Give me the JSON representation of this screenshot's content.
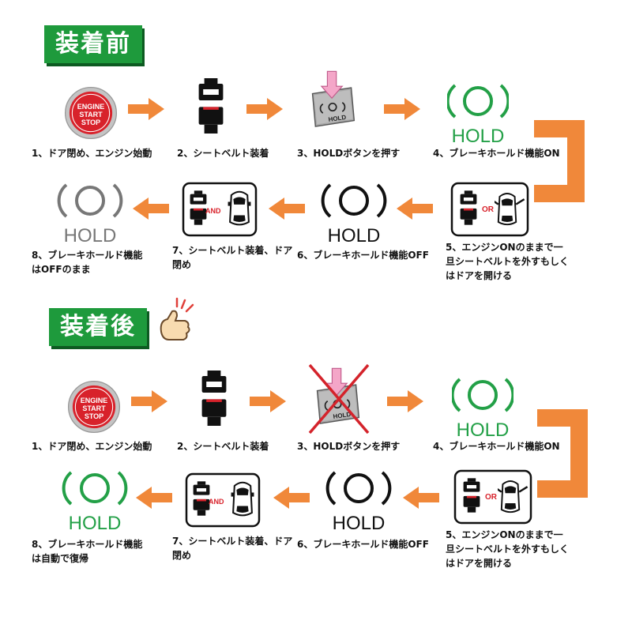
{
  "colors": {
    "accent_orange": "#f0883a",
    "header_green": "#1e9a3c",
    "hold_green": "#23a047",
    "hold_gray": "#777777",
    "engine_red": "#d8222b",
    "cross_red": "#d4232b"
  },
  "icon_text": {
    "engine_line1": "ENGINE",
    "engine_line2": "START",
    "engine_line3": "STOP",
    "hold": "HOLD",
    "hold_btn": "HOLD",
    "and": "AND",
    "or": "OR"
  },
  "before": {
    "title": "装着前",
    "captions": {
      "s1": "1、ドア閉め、エンジン始動",
      "s2": "2、シートベルト装着",
      "s3": "3、HOLDボタンを押す",
      "s4": "4、ブレーキホールド機能ON",
      "s5": "5、エンジンONのままで一\n旦シートベルトを外すもしく\nはドアを開ける",
      "s6": "6、ブレーキホールド機能OFF",
      "s7": "7、シートベルト装着、ドア\n閉め",
      "s8": "8、ブレーキホールド機能\nはOFFのまま"
    }
  },
  "after": {
    "title": "装着後",
    "captions": {
      "s1": "1、ドア閉め、エンジン始動",
      "s2": "2、シートベルト装着",
      "s3": "3、HOLDボタンを押す",
      "s4": "4、ブレーキホールド機能ON",
      "s5": "5、エンジンONのままで一\n旦シートベルトを外すもしく\nはドアを開ける",
      "s6": "6、ブレーキホールド機能OFF",
      "s7": "7、シートベルト装着、ドア\n閉め",
      "s8": "8、ブレーキホールド機能\nは自動で復帰"
    }
  }
}
